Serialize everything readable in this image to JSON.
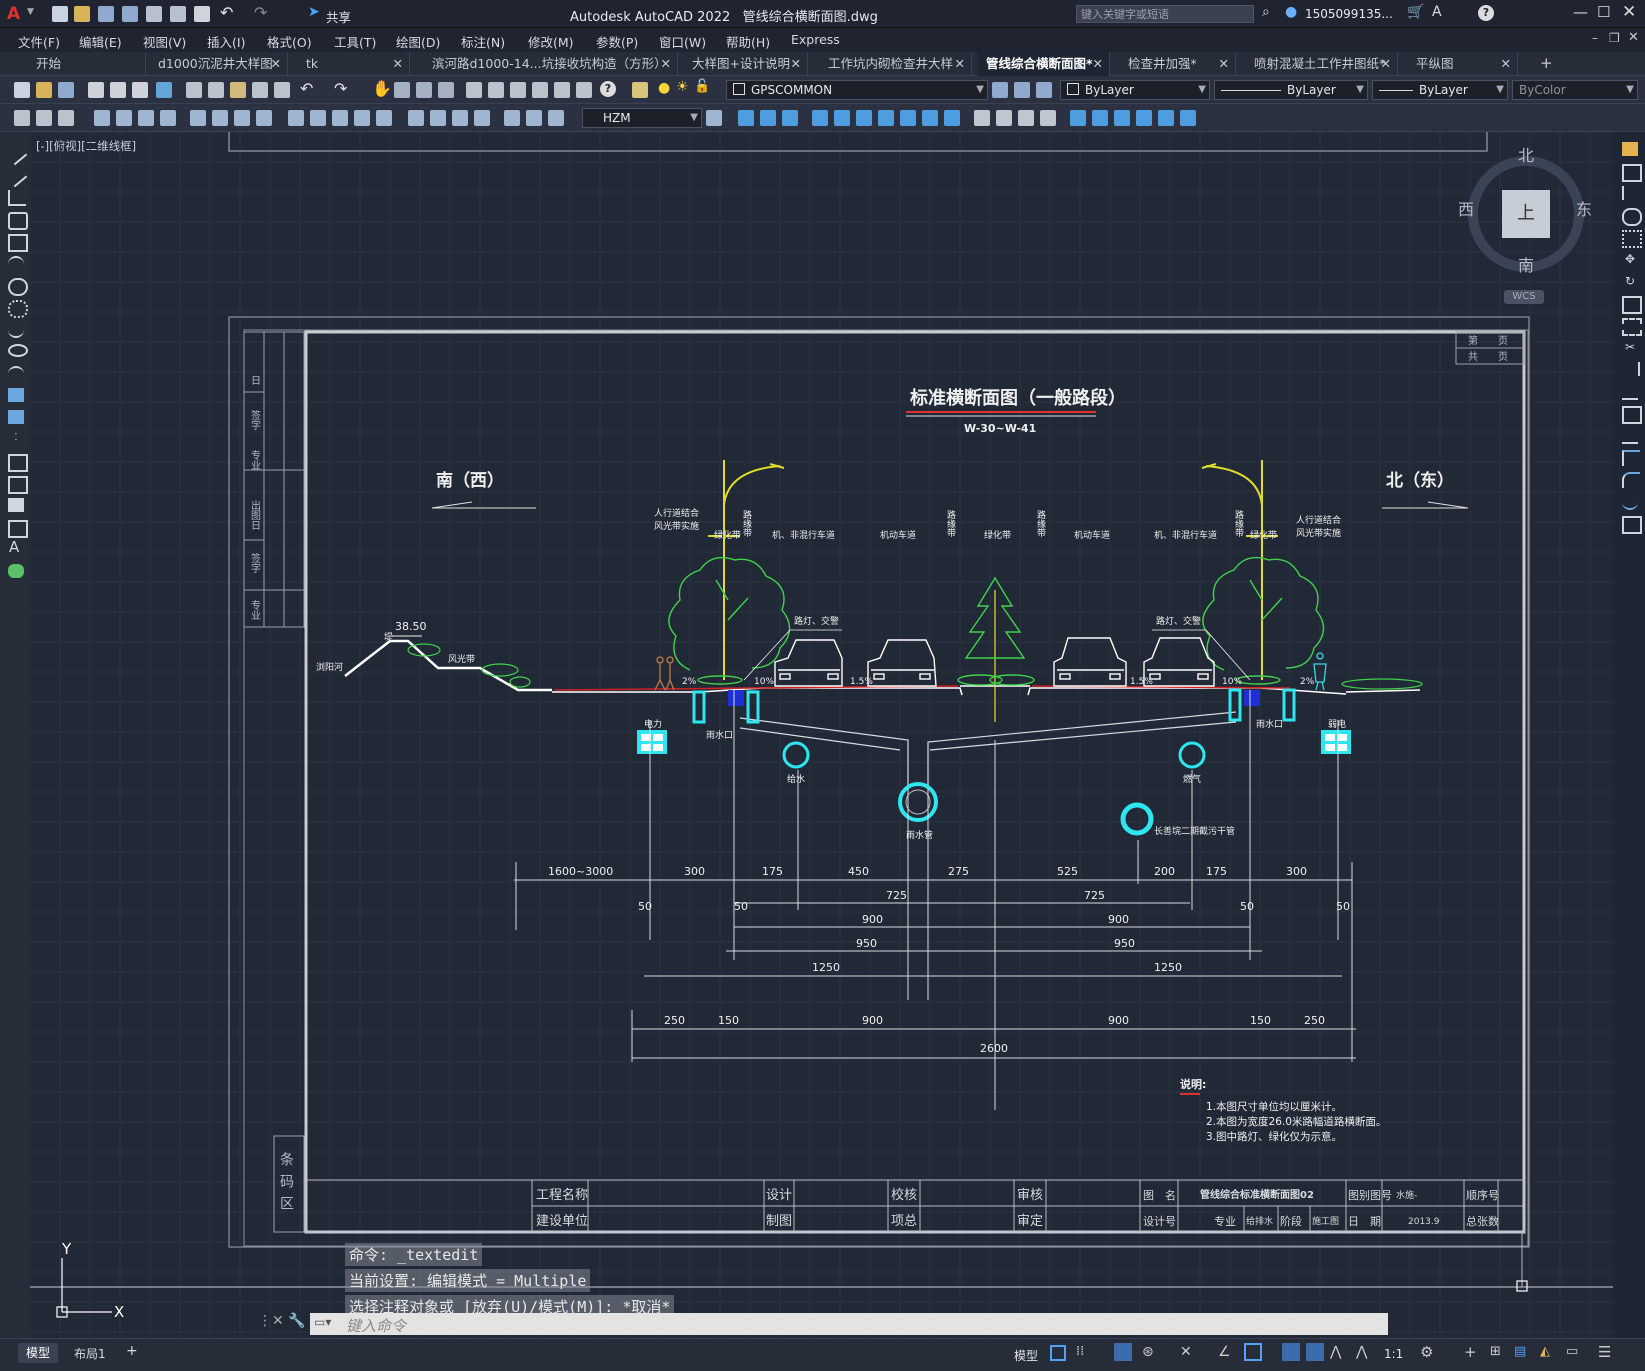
{
  "app": {
    "title": "Autodesk AutoCAD 2022",
    "file": "管线综合横断面图.dwg",
    "search_placeholder": "键入关键字或短语",
    "user": "1505099135...",
    "share": "共享"
  },
  "menus": [
    "文件(F)",
    "编辑(E)",
    "视图(V)",
    "插入(I)",
    "格式(O)",
    "工具(T)",
    "绘图(D)",
    "标注(N)",
    "修改(M)",
    "参数(P)",
    "窗口(W)",
    "帮助(H)",
    "Express"
  ],
  "tabs": [
    {
      "label": "开始"
    },
    {
      "label": "d1000沉泥井大样图"
    },
    {
      "label": "tk"
    },
    {
      "label": "滨河路d1000-14...坑接收坑构造（方形）"
    },
    {
      "label": "大样图+设计说明"
    },
    {
      "label": "工作坑内砌检查井大样"
    },
    {
      "label": "管线综合横断面图*",
      "active": true
    },
    {
      "label": "检查井加强*"
    },
    {
      "label": "喷射混凝土工作井图纸*"
    },
    {
      "label": "平纵图"
    }
  ],
  "toolbar": {
    "layer": "GPSCOMMON",
    "color": "ByLayer",
    "linetype": "ByLayer",
    "lineweight": "ByLayer",
    "plotstyle": "ByColor",
    "textstyle": "HZM"
  },
  "viewport_label": "[-][俯视][二维线框]",
  "viewcube": {
    "north": "北",
    "south": "南",
    "west": "西",
    "east": "东",
    "top": "上",
    "wcs": "WCS"
  },
  "drawing": {
    "title": "标准横断面图（一般路段）",
    "subtitle": "W-30~W-41",
    "south": "南（西）",
    "north": "北（东）",
    "elev": "38.50",
    "labels": {
      "lake": "浏阳河",
      "dike": "堤",
      "windbelt": "风光带",
      "sidewalk_l": "人行道结合",
      "sidewalk_l2": "风光带实施",
      "sidewalk_r": "人行道结合",
      "sidewalk_r2": "风光带实施",
      "greenbelt": "绿化带",
      "road_side_l": "机、非混行车道",
      "motor_l": "机动车道",
      "median": "绿化带",
      "motor_r": "机动车道",
      "road_side_r": "机、非混行车道",
      "road_shoulder": "路缘带",
      "lights_l": "路灯、交警",
      "lights_r": "路灯、交警",
      "power": "电力",
      "telecom": "弱电",
      "inlet_l": "雨水口",
      "inlet_r": "雨水口",
      "water": "给水",
      "gas": "燃气",
      "storm": "雨水管",
      "sewer": "长善垸二期截污干管",
      "slope_2_l": "2%",
      "slope_10_l": "10%",
      "slope_15_l": "1.5%",
      "slope_15_r": "1.5%",
      "slope_10_r": "10%",
      "slope_2_r": "2%"
    },
    "dims_row1": [
      "1600~3000",
      "300",
      "175",
      "450",
      "275",
      "525",
      "200",
      "175",
      "300"
    ],
    "dims_row2": [
      "725",
      "725"
    ],
    "dims_small": [
      "50",
      "50",
      "50",
      "50"
    ],
    "dims_row3": [
      "900",
      "900"
    ],
    "dims_row4": [
      "950",
      "950"
    ],
    "dims_row5": [
      "1250",
      "1250"
    ],
    "dims_row6": [
      "250",
      "150",
      "900",
      "900",
      "150",
      "250"
    ],
    "dims_total": "2600",
    "notes_title": "说明:",
    "notes": [
      "1.本图尺寸单位均以厘米计。",
      "2.本图为宽度26.0米路幅道路横断面。",
      "3.图中路灯、绿化仅为示意。"
    ],
    "sheet": {
      "page": "第　　页",
      "total": "共　　页"
    },
    "barcode": "条码区",
    "left_strip": [
      "日",
      "签字",
      "专业",
      "出图",
      "日",
      "签字",
      "专业"
    ],
    "titleblock": {
      "project": "工程名称",
      "owner": "建设单位",
      "design": "设计",
      "draw": "制图",
      "check": "校核",
      "chief": "项总",
      "review": "审核",
      "approve": "审定",
      "figname_label": "图　名",
      "figname": "管线综合标准横断面图02",
      "designno_label": "设计号",
      "major_label": "专业",
      "major": "给排水",
      "stage_label": "阶段",
      "stage": "施工图",
      "drawno_label": "图别图号",
      "drawno": "水施-",
      "seq_label": "顺序号",
      "date_label": "日　期",
      "date": "2013.9",
      "total_label": "总张数"
    }
  },
  "ucs": {
    "x": "X",
    "y": "Y"
  },
  "command": {
    "line1": "命令: _textedit",
    "line2": "当前设置: 编辑模式 = Multiple",
    "line3": "选择注释对象或 [放弃(U)/模式(M)]: *取消*",
    "placeholder": "键入命令"
  },
  "status": {
    "model_tab": "模型",
    "layout_tab": "布局1",
    "plus": "+",
    "mode": "模型",
    "scale": "1:1"
  }
}
